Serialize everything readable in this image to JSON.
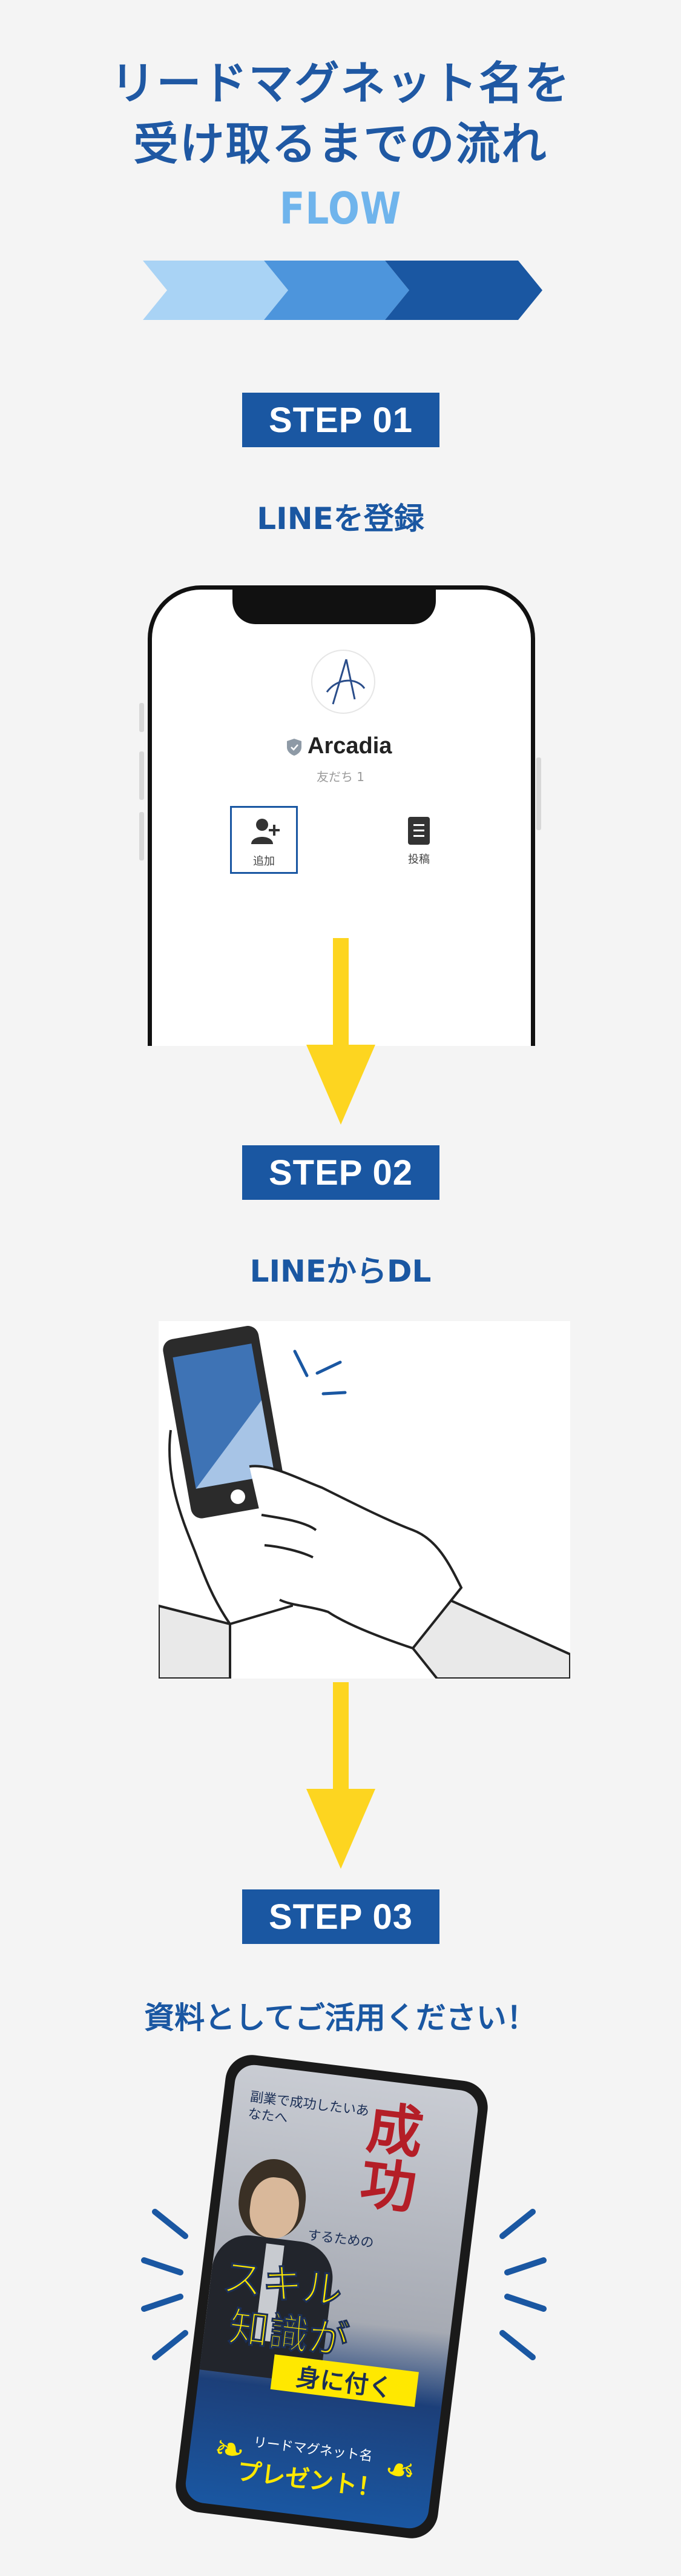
{
  "page": {
    "title_line1": "リードマグネット名を",
    "title_line2": "受け取るまでの流れ",
    "flow_label": "FLOW"
  },
  "steps": [
    {
      "label": "STEP 01",
      "description": "LINEを登録"
    },
    {
      "label": "STEP 02",
      "description": "LINEからDL"
    },
    {
      "label": "STEP 03",
      "description": "資料としてご活用ください！"
    }
  ],
  "line_profile": {
    "account_name": "Arcadia",
    "friends_text": "友だち 1",
    "add_label": "追加",
    "posts_label": "投稿"
  },
  "ebook_cover": {
    "top_text": "副業で成功したいあなたへ",
    "big_red": "成功",
    "connector": "するための",
    "katakana": "スキル",
    "kanji": "知識が",
    "banner": "身に付く",
    "bottom_small": "リードマグネット名",
    "bottom_big": "プレゼント！"
  },
  "colors": {
    "primary_blue": "#1a57a2",
    "light_blue": "#6fb4ec",
    "arrow_yellow": "#fdd520",
    "background": "#f4f4f4"
  }
}
